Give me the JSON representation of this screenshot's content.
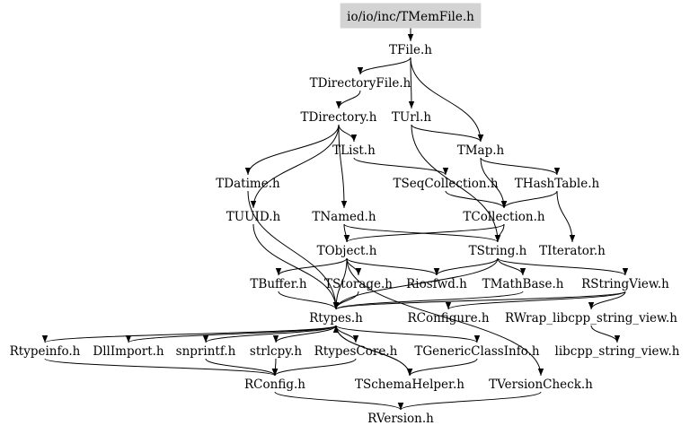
{
  "diagram": {
    "nodes": [
      {
        "id": "root",
        "label": "io/io/inc/TMemFile.h"
      },
      {
        "id": "tfile",
        "label": "TFile.h"
      },
      {
        "id": "tdirfile",
        "label": "TDirectoryFile.h"
      },
      {
        "id": "tdir",
        "label": "TDirectory.h"
      },
      {
        "id": "turl",
        "label": "TUrl.h"
      },
      {
        "id": "tlist",
        "label": "TList.h"
      },
      {
        "id": "tmap",
        "label": "TMap.h"
      },
      {
        "id": "tdatime",
        "label": "TDatime.h"
      },
      {
        "id": "tseqcoll",
        "label": "TSeqCollection.h"
      },
      {
        "id": "thashtable",
        "label": "THashTable.h"
      },
      {
        "id": "tuuid",
        "label": "TUUID.h"
      },
      {
        "id": "tnamed",
        "label": "TNamed.h"
      },
      {
        "id": "tcollection",
        "label": "TCollection.h"
      },
      {
        "id": "tobject",
        "label": "TObject.h"
      },
      {
        "id": "tstring",
        "label": "TString.h"
      },
      {
        "id": "titerator",
        "label": "TIterator.h"
      },
      {
        "id": "tbuffer",
        "label": "TBuffer.h"
      },
      {
        "id": "tstorage",
        "label": "TStorage.h"
      },
      {
        "id": "riosfwd",
        "label": "Riosfwd.h"
      },
      {
        "id": "tmathbase",
        "label": "TMathBase.h"
      },
      {
        "id": "rstringview",
        "label": "RStringView.h"
      },
      {
        "id": "rtypes",
        "label": "Rtypes.h"
      },
      {
        "id": "rconfigure",
        "label": "RConfigure.h"
      },
      {
        "id": "rwrap",
        "label": "RWrap_libcpp_string_view.h"
      },
      {
        "id": "rtypeinfo",
        "label": "Rtypeinfo.h"
      },
      {
        "id": "dllimport",
        "label": "DllImport.h"
      },
      {
        "id": "snprintf",
        "label": "snprintf.h"
      },
      {
        "id": "strlcpy",
        "label": "strlcpy.h"
      },
      {
        "id": "rtypescore",
        "label": "RtypesCore.h"
      },
      {
        "id": "tgenericclassinfo",
        "label": "TGenericClassInfo.h"
      },
      {
        "id": "libcpp",
        "label": "libcpp_string_view.h"
      },
      {
        "id": "rconfig",
        "label": "RConfig.h"
      },
      {
        "id": "tschemahelper",
        "label": "TSchemaHelper.h"
      },
      {
        "id": "tversioncheck",
        "label": "TVersionCheck.h"
      },
      {
        "id": "rversion",
        "label": "RVersion.h"
      }
    ],
    "edges": [
      [
        "root",
        "tfile"
      ],
      [
        "tfile",
        "tdirfile"
      ],
      [
        "tfile",
        "turl"
      ],
      [
        "tfile",
        "tmap"
      ],
      [
        "tdirfile",
        "tdir"
      ],
      [
        "tdir",
        "tlist"
      ],
      [
        "tdir",
        "tdatime"
      ],
      [
        "tdir",
        "tuuid"
      ],
      [
        "tdir",
        "tnamed"
      ],
      [
        "turl",
        "tmap"
      ],
      [
        "turl",
        "tstring"
      ],
      [
        "tlist",
        "tseqcoll"
      ],
      [
        "tmap",
        "thashtable"
      ],
      [
        "tmap",
        "tcollection"
      ],
      [
        "tseqcoll",
        "tcollection"
      ],
      [
        "thashtable",
        "tcollection"
      ],
      [
        "thashtable",
        "titerator"
      ],
      [
        "tuuid",
        "rtypes"
      ],
      [
        "tdatime",
        "rtypes"
      ],
      [
        "tnamed",
        "tobject"
      ],
      [
        "tnamed",
        "tstring"
      ],
      [
        "tcollection",
        "tobject"
      ],
      [
        "tcollection",
        "tstring"
      ],
      [
        "tobject",
        "tbuffer"
      ],
      [
        "tobject",
        "tstorage"
      ],
      [
        "tobject",
        "riosfwd"
      ],
      [
        "tobject",
        "rtypes"
      ],
      [
        "tobject",
        "tversioncheck"
      ],
      [
        "tstring",
        "tmathbase"
      ],
      [
        "tstring",
        "rstringview"
      ],
      [
        "tstring",
        "riosfwd"
      ],
      [
        "tstring",
        "rtypes"
      ],
      [
        "tbuffer",
        "rtypes"
      ],
      [
        "tstorage",
        "rtypes"
      ],
      [
        "tmathbase",
        "rtypes"
      ],
      [
        "rstringview",
        "rconfigure"
      ],
      [
        "rstringview",
        "rwrap"
      ],
      [
        "rstringview",
        "rtypes"
      ],
      [
        "rwrap",
        "libcpp"
      ],
      [
        "rtypes",
        "rtypeinfo"
      ],
      [
        "rtypes",
        "dllimport"
      ],
      [
        "rtypes",
        "snprintf"
      ],
      [
        "rtypes",
        "strlcpy"
      ],
      [
        "rtypes",
        "rtypescore"
      ],
      [
        "rtypes",
        "tgenericclassinfo"
      ],
      [
        "rtypes",
        "tschemahelper"
      ],
      [
        "rtypeinfo",
        "rconfig"
      ],
      [
        "snprintf",
        "rconfig"
      ],
      [
        "strlcpy",
        "rconfig"
      ],
      [
        "rtypescore",
        "rconfig"
      ],
      [
        "tgenericclassinfo",
        "tschemahelper"
      ],
      [
        "tschemahelper",
        "rtypes"
      ],
      [
        "rconfig",
        "rversion"
      ],
      [
        "tversioncheck",
        "rversion"
      ]
    ]
  }
}
